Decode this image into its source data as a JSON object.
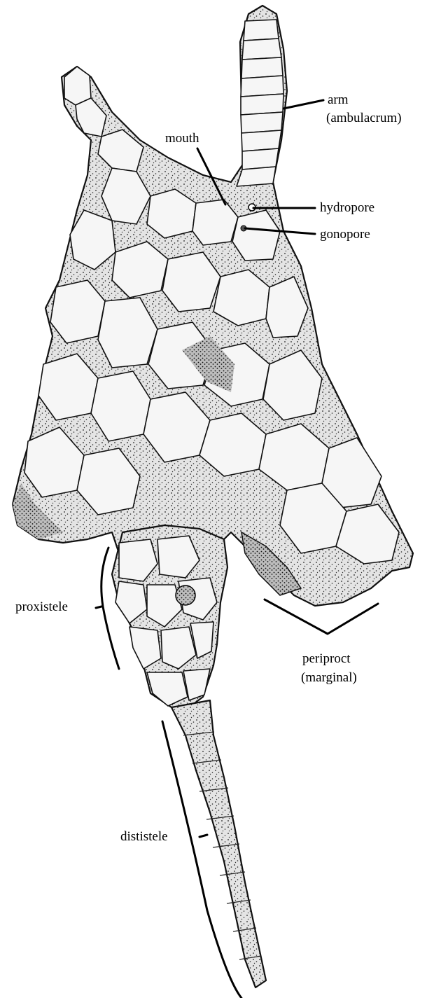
{
  "labels": {
    "arm": "arm",
    "ambulacrum": "(ambulacrum)",
    "mouth": "mouth",
    "hydropore": "hydropore",
    "gonopore": "gonopore",
    "proxistele": "proxistele",
    "periproct": "periproct",
    "marginal": "(marginal)",
    "dististele": "dististele"
  },
  "colors": {
    "ink": "#000000",
    "paper": "#ffffff",
    "plate_fill": "#f6f6f6"
  }
}
